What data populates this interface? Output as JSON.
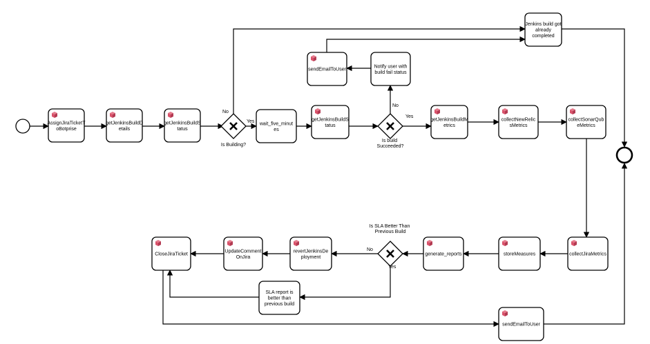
{
  "colors": {
    "script_icon": "#d9536b",
    "stroke": "#000000",
    "fill": "#ffffff"
  },
  "tasks": {
    "assign_jira": [
      "AssignJiraTicketT",
      "oBotprise"
    ],
    "get_build_details": [
      "getJenkinsBuildD",
      "etails"
    ],
    "get_build_status_1": [
      "getJenkinsBuildS",
      "tatus"
    ],
    "wait_five_minutes": [
      "wait_five_minut",
      "es"
    ],
    "get_build_status_2": [
      "getJenkinsBuildS",
      "tatus"
    ],
    "get_build_metrics": [
      "getJenkinsBuildM",
      "etrics"
    ],
    "collect_newrelic": [
      "collectNewRelic",
      "sMetrics"
    ],
    "collect_sonarqube": [
      "collectSonarQub",
      "eMetrics"
    ],
    "collect_jira": [
      "collectJiraMetrics"
    ],
    "store_measures": [
      "storeMeasures"
    ],
    "generate_reports": [
      "generate_reports"
    ],
    "revert_deployment": [
      "revertJenkinsDe",
      "ployment"
    ],
    "update_comment": [
      "UpdateComment",
      "OnJira"
    ],
    "close_jira": [
      "CloseJiraTicket"
    ],
    "send_email_top": [
      "sendEmailToUser"
    ],
    "notify_fail": [
      "Notify user with",
      "build fail status"
    ],
    "build_completed": [
      "Jenkins build got",
      "already",
      "completed"
    ],
    "sla_better": [
      "SLA report is",
      "better than",
      "previous build"
    ],
    "send_email_bottom": [
      "sendEmailToUser"
    ]
  },
  "gateways": {
    "is_building": [
      "Is Building?"
    ],
    "is_build_succeeded": [
      "Is build",
      "Succeeded?"
    ],
    "is_sla_better": [
      "Is SLA Better Than",
      "Previous Build"
    ]
  },
  "flow_labels": {
    "building_no": "No",
    "building_yes": "Yes",
    "succeeded_no": "No",
    "succeeded_yes": "Yes",
    "sla_no": "No",
    "sla_yes": "Yes"
  }
}
